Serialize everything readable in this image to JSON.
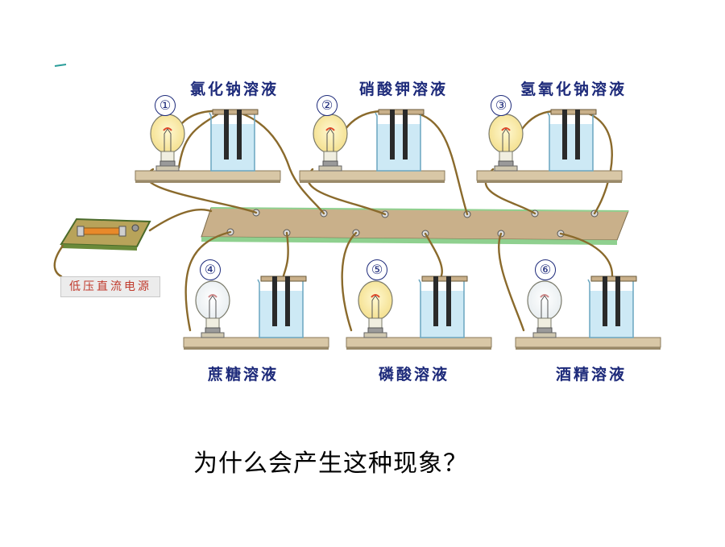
{
  "setups": [
    {
      "number": "①",
      "solution": "氯化钠溶液",
      "lit": true
    },
    {
      "number": "②",
      "solution": "硝酸钾溶液",
      "lit": true
    },
    {
      "number": "③",
      "solution": "氢氧化钠溶液",
      "lit": true
    },
    {
      "number": "④",
      "solution": "蔗糖溶液",
      "lit": false
    },
    {
      "number": "⑤",
      "solution": "磷酸溶液",
      "lit": true
    },
    {
      "number": "⑥",
      "solution": "酒精溶液",
      "lit": false
    }
  ],
  "power_supply_label": "低压直流电源",
  "question": "为什么会产生这种现象？",
  "colors": {
    "label": "#1d2a7a",
    "wire": "#8a6a2c",
    "board": "#c9b08a",
    "water": "#cde9f5",
    "psu_text": "#c0392b"
  }
}
